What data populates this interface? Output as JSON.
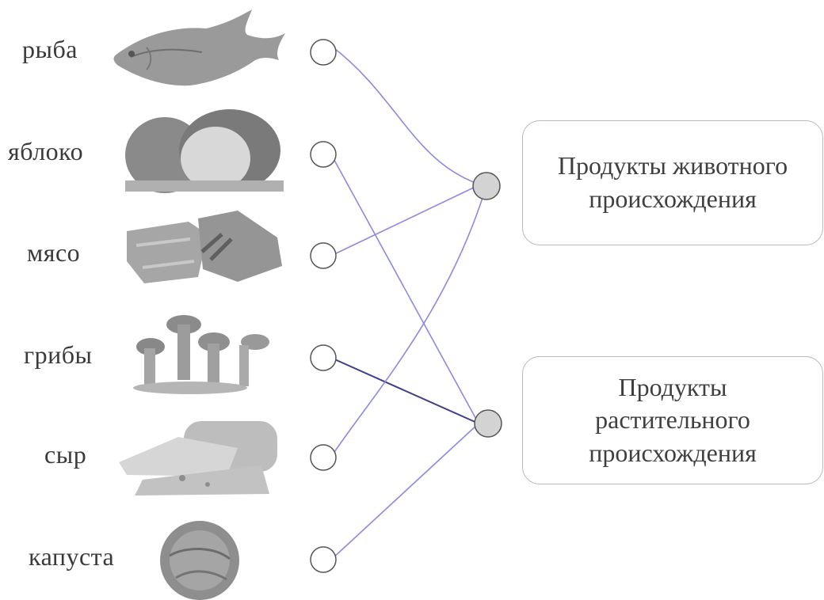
{
  "items": [
    {
      "label": "рыба",
      "picture": "fish-picture",
      "target": 0
    },
    {
      "label": "яблоко",
      "picture": "apple-picture",
      "target": 1
    },
    {
      "label": "мясо",
      "picture": "meat-picture",
      "target": 0
    },
    {
      "label": "грибы",
      "picture": "mushrooms-picture",
      "target": 1
    },
    {
      "label": "сыр",
      "picture": "cheese-picture",
      "target": 0
    },
    {
      "label": "капуста",
      "picture": "cabbage-picture",
      "target": 1
    }
  ],
  "categories": [
    {
      "lines": [
        "Продукты животного",
        "происхождения"
      ]
    },
    {
      "lines": [
        "Продукты",
        "растительного",
        "происхождения"
      ]
    }
  ],
  "colors": {
    "line": "#8f88e0",
    "line_dark": "#3d3f8a",
    "node_fill": "#d3d3d3",
    "circle_stroke": "#555555"
  }
}
